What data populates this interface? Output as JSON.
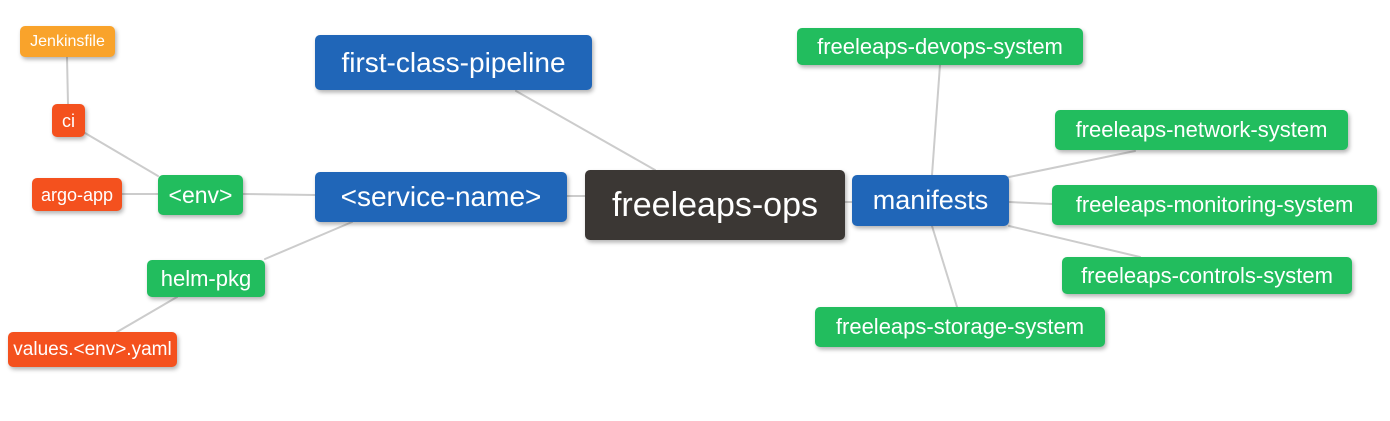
{
  "palette": {
    "blue": "#2066B8",
    "green": "#22BD5E",
    "red": "#F4511E",
    "orange": "#F9A32B",
    "dark": "#3B3734",
    "line": "#CCCCCC",
    "text": "#FFFFFF",
    "background": "#FFFFFF"
  },
  "diagram": {
    "nodes": [
      {
        "id": "jenkinsfile",
        "label": "Jenkinsfile",
        "color": "orange"
      },
      {
        "id": "ci",
        "label": "ci",
        "color": "red"
      },
      {
        "id": "argo-app",
        "label": "argo-app",
        "color": "red"
      },
      {
        "id": "env",
        "label": "<env>",
        "color": "green"
      },
      {
        "id": "helm-pkg",
        "label": "helm-pkg",
        "color": "green"
      },
      {
        "id": "values-env-yaml",
        "label": "values.<env>.yaml",
        "color": "red"
      },
      {
        "id": "first-class-pipeline",
        "label": "first-class-pipeline",
        "color": "blue"
      },
      {
        "id": "service-name",
        "label": "<service-name>",
        "color": "blue"
      },
      {
        "id": "freeleaps-ops",
        "label": "freeleaps-ops",
        "color": "dark"
      },
      {
        "id": "manifests",
        "label": "manifests",
        "color": "blue"
      },
      {
        "id": "freeleaps-devops-system",
        "label": "freeleaps-devops-system",
        "color": "green"
      },
      {
        "id": "freeleaps-network-system",
        "label": "freeleaps-network-system",
        "color": "green"
      },
      {
        "id": "freeleaps-monitoring-system",
        "label": "freeleaps-monitoring-system",
        "color": "green"
      },
      {
        "id": "freeleaps-controls-system",
        "label": "freeleaps-controls-system",
        "color": "green"
      },
      {
        "id": "freeleaps-storage-system",
        "label": "freeleaps-storage-system",
        "color": "green"
      }
    ],
    "edges": [
      {
        "from": "jenkinsfile",
        "to": "ci"
      },
      {
        "from": "ci",
        "to": "env"
      },
      {
        "from": "argo-app",
        "to": "env"
      },
      {
        "from": "env",
        "to": "service-name"
      },
      {
        "from": "helm-pkg",
        "to": "service-name"
      },
      {
        "from": "values-env-yaml",
        "to": "helm-pkg"
      },
      {
        "from": "first-class-pipeline",
        "to": "freeleaps-ops"
      },
      {
        "from": "service-name",
        "to": "freeleaps-ops"
      },
      {
        "from": "freeleaps-ops",
        "to": "manifests"
      },
      {
        "from": "manifests",
        "to": "freeleaps-devops-system"
      },
      {
        "from": "manifests",
        "to": "freeleaps-network-system"
      },
      {
        "from": "manifests",
        "to": "freeleaps-monitoring-system"
      },
      {
        "from": "manifests",
        "to": "freeleaps-controls-system"
      },
      {
        "from": "manifests",
        "to": "freeleaps-storage-system"
      }
    ]
  }
}
